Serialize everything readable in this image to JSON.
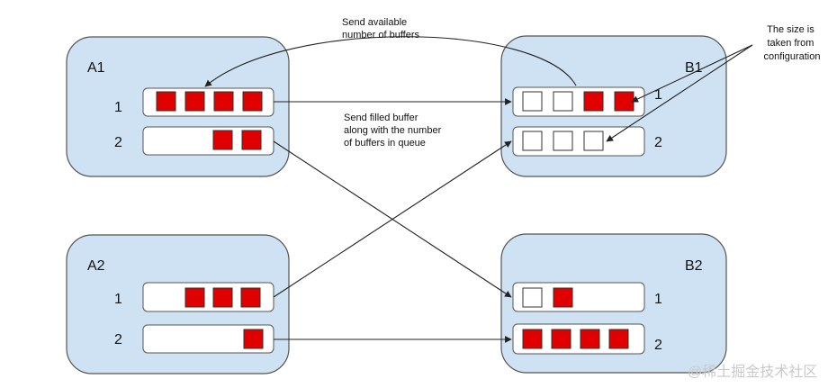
{
  "nodes": {
    "a1": {
      "title": "A1",
      "rows": [
        {
          "label": "1",
          "cells": [
            "filled",
            "filled",
            "filled",
            "filled"
          ]
        },
        {
          "label": "2",
          "cells": [
            "filled",
            "filled"
          ]
        }
      ]
    },
    "b1": {
      "title": "B1",
      "rows": [
        {
          "label": "1",
          "cells": [
            "empty",
            "empty",
            "filled",
            "filled"
          ]
        },
        {
          "label": "2",
          "cells": [
            "empty",
            "empty",
            "empty"
          ]
        }
      ]
    },
    "a2": {
      "title": "A2",
      "rows": [
        {
          "label": "1",
          "cells": [
            "filled",
            "filled",
            "filled"
          ]
        },
        {
          "label": "2",
          "cells": [
            "filled"
          ]
        }
      ]
    },
    "b2": {
      "title": "B2",
      "rows": [
        {
          "label": "1",
          "cells": [
            "empty",
            "filled"
          ]
        },
        {
          "label": "2",
          "cells": [
            "filled",
            "filled",
            "filled",
            "filled"
          ]
        }
      ]
    }
  },
  "notes": {
    "send_available": [
      "Send available",
      "number of buffers"
    ],
    "send_filled": [
      "Send filled buffer",
      "along with the number",
      "of buffers in queue"
    ],
    "size_config": [
      "The size is",
      "taken from",
      "configuration"
    ]
  },
  "watermark": "@稀土掘金技术社区",
  "colors": {
    "node_fill": "#cfe2f3",
    "node_stroke": "#555555",
    "queue_fill": "#ffffff",
    "buffer_filled": "#e00000",
    "buffer_empty": "#ffffff",
    "arrow": "#222222"
  }
}
